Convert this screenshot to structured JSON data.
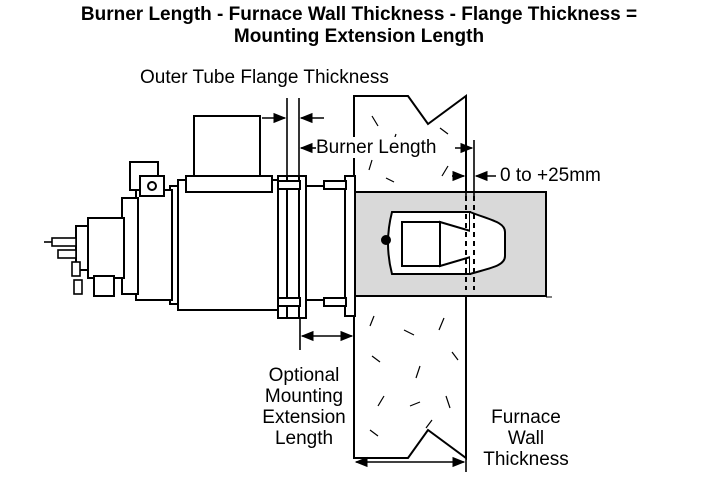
{
  "title": {
    "line1": "Burner Length - Furnace Wall Thickness - Flange Thickness =",
    "line2": "Mounting Extension Length"
  },
  "labels": {
    "outer_tube_flange": "Outer Tube Flange Thickness",
    "burner_length": "Burner Length",
    "insertion": "0 to +25mm",
    "optional_mounting": [
      "Optional",
      "Mounting",
      "Extension",
      "Length"
    ],
    "furnace_wall": [
      "Furnace",
      "Wall",
      "Thickness"
    ]
  },
  "colors": {
    "line": "#000000",
    "tube_fill": "#d9d9d9",
    "background": "#ffffff"
  }
}
